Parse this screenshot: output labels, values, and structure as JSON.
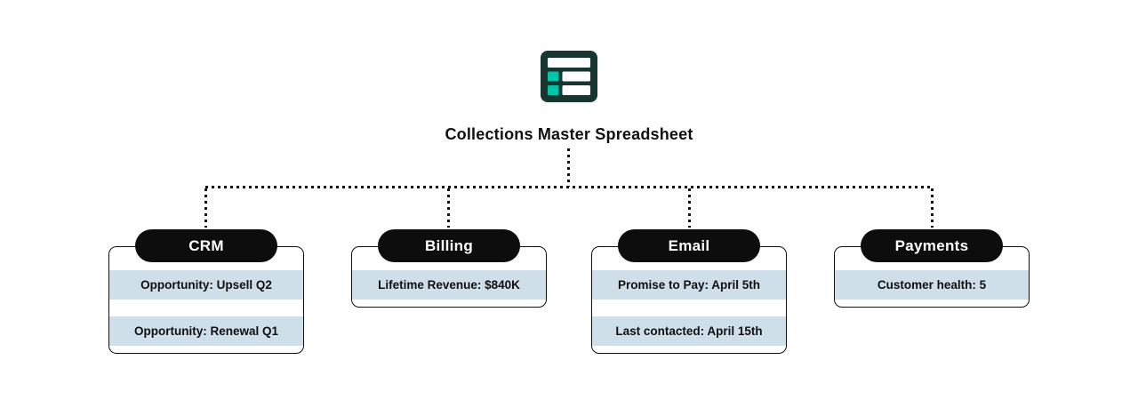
{
  "diagram": {
    "root": {
      "icon": "spreadsheet-icon",
      "title": "Collections Master Spreadsheet"
    },
    "colors": {
      "icon_dark": "#18362f",
      "icon_teal": "#00c4a7",
      "node_black": "#0d0d0d",
      "row_bg": "#cfdfe9",
      "line": "#121212"
    },
    "nodes": [
      {
        "id": "crm",
        "label": "CRM",
        "rows": [
          "Opportunity: Upsell Q2",
          "Opportunity: Renewal Q1"
        ]
      },
      {
        "id": "billing",
        "label": "Billing",
        "rows": [
          "Lifetime Revenue: $840K"
        ]
      },
      {
        "id": "email",
        "label": "Email",
        "rows": [
          "Promise to Pay: April 5th",
          "Last contacted: April 15th"
        ]
      },
      {
        "id": "payments",
        "label": "Payments",
        "rows": [
          "Customer health: 5"
        ]
      }
    ]
  }
}
